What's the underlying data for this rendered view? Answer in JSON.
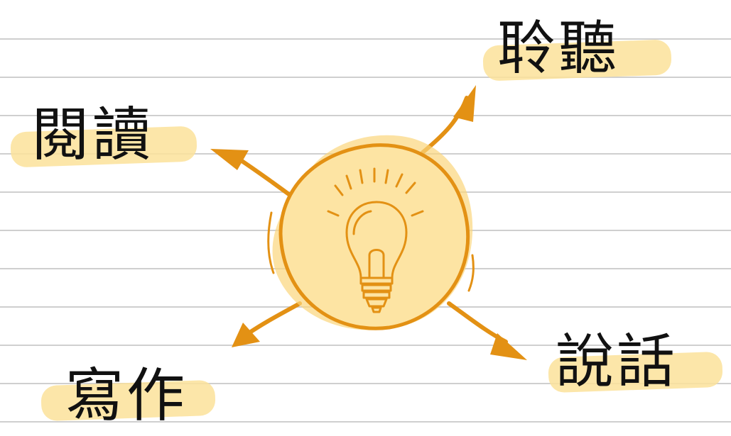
{
  "labels": {
    "listen": "聆聽",
    "read": "閱讀",
    "speak": "說話",
    "write": "寫作"
  },
  "colors": {
    "highlight": "#fbe29a",
    "circle_fill": "#fde4a3",
    "circle_inner": "#fbd57c",
    "accent": "#e39114",
    "ruled_line": "#cfcfcf"
  },
  "center_icon": "lightbulb-icon"
}
